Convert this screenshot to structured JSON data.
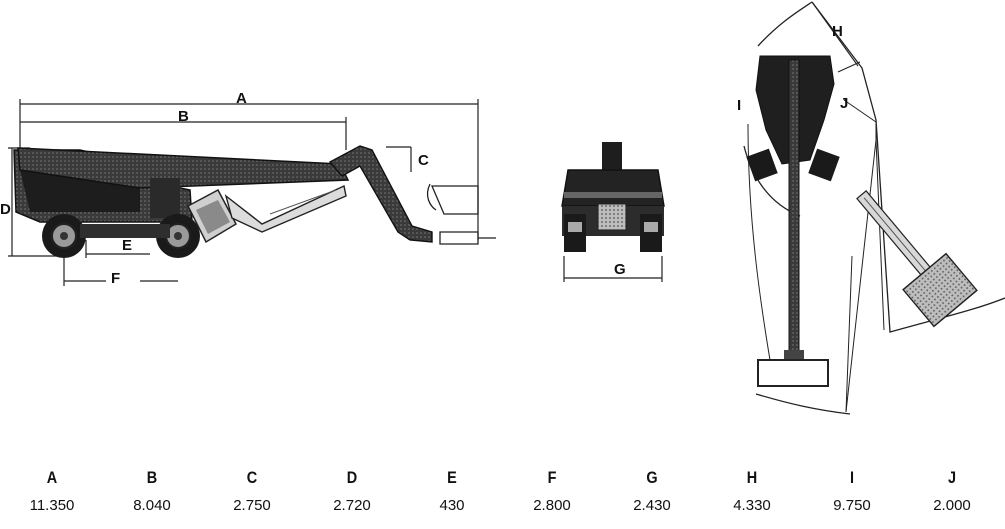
{
  "diagram": {
    "side_view_labels": {
      "a": "A",
      "b": "B",
      "c": "C",
      "d": "D",
      "e": "E",
      "f": "F"
    },
    "rear_view_labels": {
      "g": "G"
    },
    "top_view_labels": {
      "h": "H",
      "i": "I",
      "j": "J"
    }
  },
  "dimensions": [
    {
      "key": "A",
      "value": "11.350"
    },
    {
      "key": "B",
      "value": "8.040"
    },
    {
      "key": "C",
      "value": "2.750"
    },
    {
      "key": "D",
      "value": "2.720"
    },
    {
      "key": "E",
      "value": "430"
    },
    {
      "key": "F",
      "value": "2.800"
    },
    {
      "key": "G",
      "value": "2.430"
    },
    {
      "key": "H",
      "value": "4.330"
    },
    {
      "key": "I",
      "value": "9.750"
    },
    {
      "key": "J",
      "value": "2.000"
    }
  ]
}
